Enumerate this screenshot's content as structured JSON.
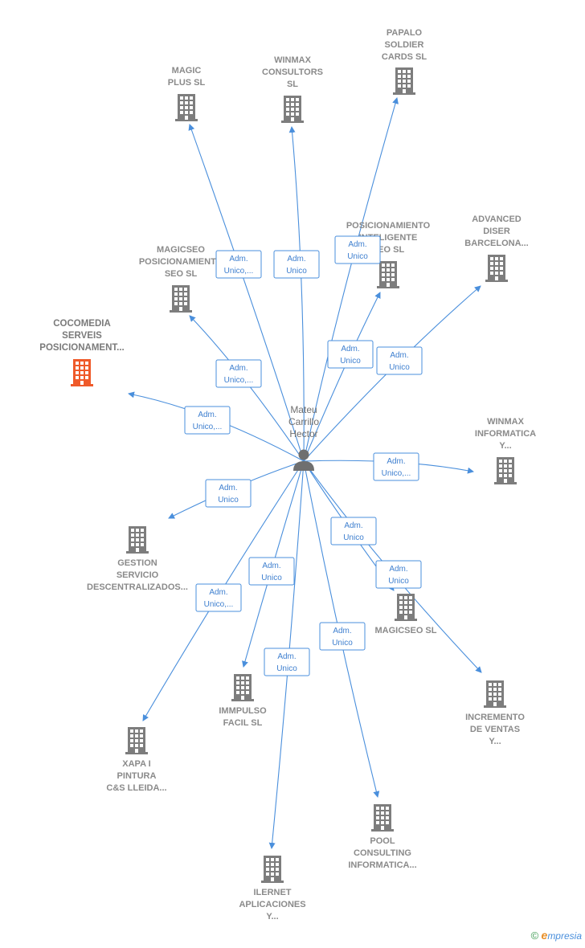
{
  "colors": {
    "edge": "#4a8fdc",
    "building": "#7d7d7d",
    "building_main": "#ef5a2a",
    "person": "#6f6f6f"
  },
  "center": {
    "label_lines": [
      "Mateu",
      "Carrillo",
      "Hector"
    ],
    "icon": "person-icon"
  },
  "nodes": [
    {
      "id": "cocomedia",
      "lines": [
        "COCOMEDIA",
        "SERVEIS",
        "POSICIONAMENT..."
      ],
      "main": true
    },
    {
      "id": "magic-plus",
      "lines": [
        "MAGIC",
        "PLUS  SL"
      ]
    },
    {
      "id": "winmax-consultors",
      "lines": [
        "WINMAX",
        "CONSULTORS",
        "SL"
      ]
    },
    {
      "id": "papalo",
      "lines": [
        "PAPALO",
        "SOLDIER",
        "CARDS  SL"
      ]
    },
    {
      "id": "posicionamiento-inteligente",
      "lines": [
        "POSICIONAMIENTO",
        "INTELIGENTE",
        "SEO  SL"
      ]
    },
    {
      "id": "advanced-diser",
      "lines": [
        "ADVANCED",
        "DISER",
        "BARCELONA..."
      ]
    },
    {
      "id": "magicseo-posicionamiento",
      "lines": [
        "MAGICSEO",
        "POSICIONAMIENTO",
        "SEO  SL"
      ]
    },
    {
      "id": "winmax-informatica",
      "lines": [
        "WINMAX",
        "INFORMATICA",
        "Y..."
      ]
    },
    {
      "id": "gestion-servicio",
      "lines": [
        "GESTION",
        "SERVICIO",
        "DESCENTRALIZADOS..."
      ]
    },
    {
      "id": "magicseo-sl",
      "lines": [
        "MAGICSEO  SL"
      ]
    },
    {
      "id": "incremento-ventas",
      "lines": [
        "INCREMENTO",
        "DE VENTAS",
        "Y..."
      ]
    },
    {
      "id": "immpulso-facil",
      "lines": [
        "IMMPULSO",
        "FACIL  SL"
      ]
    },
    {
      "id": "xapa-pintura",
      "lines": [
        "XAPA I",
        "PINTURA",
        "C&S LLEIDA..."
      ]
    },
    {
      "id": "pool-consulting",
      "lines": [
        "POOL",
        "CONSULTING",
        "INFORMATICA..."
      ]
    },
    {
      "id": "ilernet",
      "lines": [
        "ILERNET",
        "APLICACIONES",
        "Y..."
      ]
    }
  ],
  "edges": [
    {
      "to": "cocomedia",
      "label_lines": [
        "Adm.",
        "Unico,..."
      ]
    },
    {
      "to": "magic-plus",
      "label_lines": [
        "Adm.",
        "Unico,..."
      ]
    },
    {
      "to": "winmax-consultors",
      "label_lines": [
        "Adm.",
        "Unico"
      ]
    },
    {
      "to": "papalo",
      "label_lines": [
        "Adm.",
        "Unico"
      ]
    },
    {
      "to": "posicionamiento-inteligente",
      "label_lines": [
        "Adm.",
        "Unico"
      ]
    },
    {
      "to": "advanced-diser",
      "label_lines": [
        "Adm.",
        "Unico"
      ]
    },
    {
      "to": "magicseo-posicionamiento",
      "label_lines": [
        "Adm.",
        "Unico,..."
      ]
    },
    {
      "to": "winmax-informatica",
      "label_lines": [
        "Adm.",
        "Unico,..."
      ]
    },
    {
      "to": "gestion-servicio",
      "label_lines": [
        "Adm.",
        "Unico"
      ]
    },
    {
      "to": "magicseo-sl",
      "label_lines": [
        "Adm.",
        "Unico"
      ]
    },
    {
      "to": "incremento-ventas",
      "label_lines": [
        "Adm.",
        "Unico"
      ]
    },
    {
      "to": "immpulso-facil",
      "label_lines": [
        "Adm.",
        "Unico"
      ]
    },
    {
      "to": "xapa-pintura",
      "label_lines": [
        "Adm.",
        "Unico,..."
      ]
    },
    {
      "to": "pool-consulting",
      "label_lines": [
        "Adm.",
        "Unico"
      ]
    },
    {
      "to": "ilernet",
      "label_lines": [
        "Adm.",
        "Unico"
      ]
    }
  ],
  "footer": {
    "copyright": "©",
    "brand_initial": "e",
    "brand_rest": "mpresia"
  }
}
